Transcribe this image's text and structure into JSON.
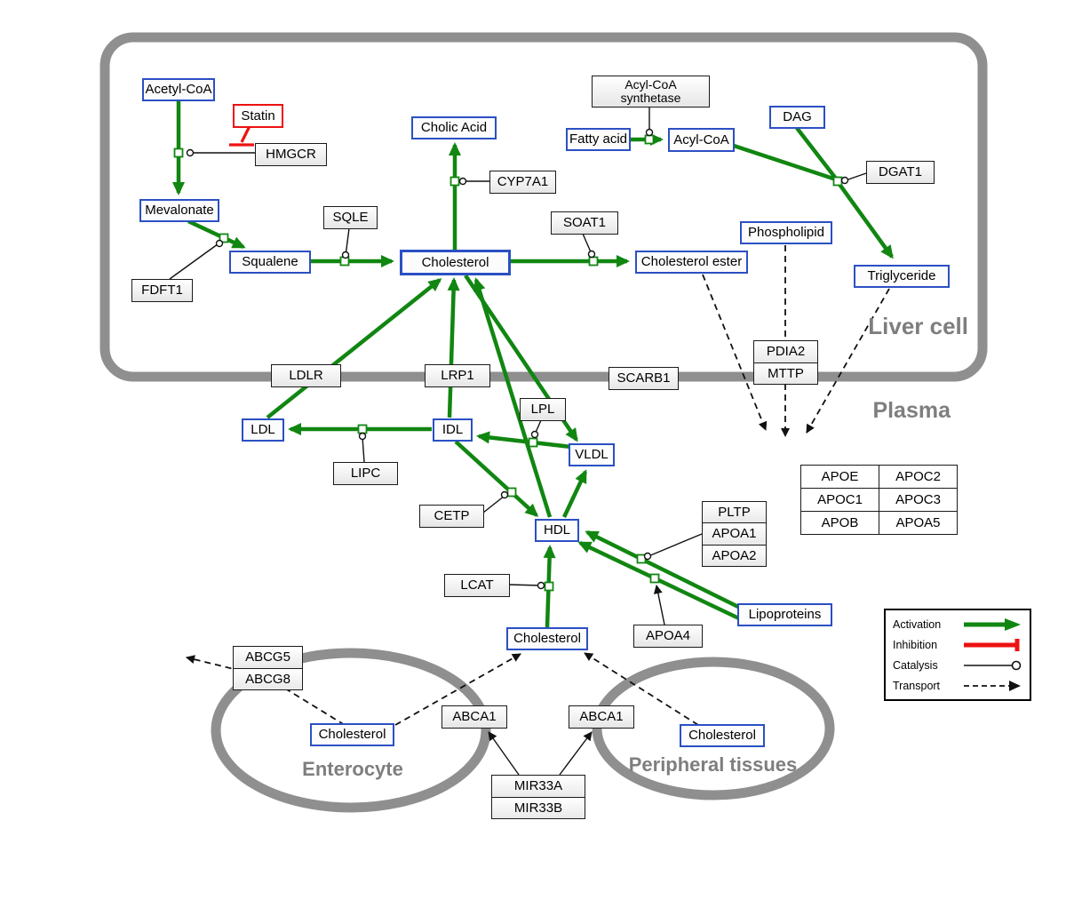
{
  "regions": {
    "liver": "Liver cell",
    "plasma": "Plasma",
    "enterocyte": "Enterocyte",
    "peripheral": "Peripheral tissues"
  },
  "legend": {
    "activation": "Activation",
    "inhibition": "Inhibition",
    "catalysis": "Catalysis",
    "transport": "Transport"
  },
  "nodes": {
    "acetyl_coa": "Acetyl-CoA",
    "statin": "Statin",
    "hmgcr": "HMGCR",
    "mevalonate": "Mevalonate",
    "fdft1": "FDFT1",
    "squalene": "Squalene",
    "sqle": "SQLE",
    "cholic_acid": "Cholic Acid",
    "cyp7a1": "CYP7A1",
    "cholesterol_liver": "Cholesterol",
    "soat1": "SOAT1",
    "cholesterol_ester": "Cholesterol ester",
    "fatty_acid": "Fatty acid",
    "acyl_coa_synthetase_1": "Acyl-CoA",
    "acyl_coa_synthetase_2": "synthetase",
    "acyl_coa": "Acyl-CoA",
    "dag": "DAG",
    "dgat1": "DGAT1",
    "phospholipid": "Phospholipid",
    "triglyceride": "Triglyceride",
    "ldlr": "LDLR",
    "lrp1": "LRP1",
    "scarb1": "SCARB1",
    "ldl": "LDL",
    "idl": "IDL",
    "lpl": "LPL",
    "vldl": "VLDL",
    "lipc": "LIPC",
    "cetp": "CETP",
    "hdl": "HDL",
    "lcat": "LCAT",
    "apoa4": "APOA4",
    "lipoproteins": "Lipoproteins",
    "cholesterol_plasma": "Cholesterol",
    "cholesterol_enterocyte": "Cholesterol",
    "cholesterol_peripheral": "Cholesterol",
    "abca1_left": "ABCA1",
    "abca1_right": "ABCA1"
  },
  "stacks": {
    "pdia2_mttp": [
      "PDIA2",
      "MTTP"
    ],
    "pltp": [
      "PLTP",
      "APOA1",
      "APOA2"
    ],
    "abcg": [
      "ABCG5",
      "ABCG8"
    ],
    "mir33": [
      "MIR33A",
      "MIR33B"
    ]
  },
  "apo_table": [
    [
      "APOE",
      "APOC2"
    ],
    [
      "APOC1",
      "APOC3"
    ],
    [
      "APOB",
      "APOA5"
    ]
  ],
  "colors": {
    "activation": "#118611",
    "inhibition": "#ee1111",
    "metabolite_border": "#2b50c4",
    "membrane": "#8f8f8f"
  }
}
